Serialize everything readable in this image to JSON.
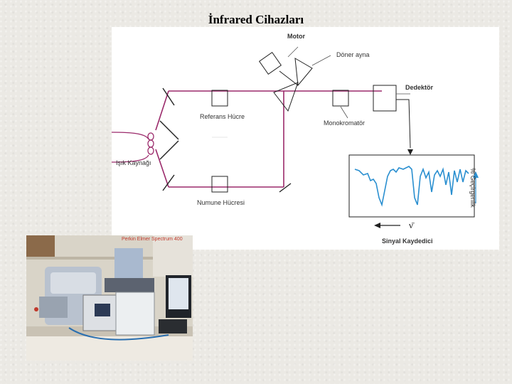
{
  "title": "İnfrared Cihazları",
  "labels": {
    "motor": "Motor",
    "rotating_mirror": "Döner ayna",
    "detector": "Dedektör",
    "reference_cell": "Referans Hücre",
    "monochromator": "Monokromatör",
    "light_source": "Işık Kaynağı",
    "sample_cell": "Numune Hücresi",
    "signal_recorder": "Sinyal Kaydedici",
    "transmittance": "% Geçirgenlik",
    "wavenumber_symbol": "ν̄"
  },
  "photo": {
    "caption": "Perkin Elmer Spectrum 400"
  },
  "colors": {
    "beam": "#9b2a6b",
    "spectrum": "#2a8fd0",
    "arrow": "#2a8fd0",
    "outline": "#222222"
  }
}
